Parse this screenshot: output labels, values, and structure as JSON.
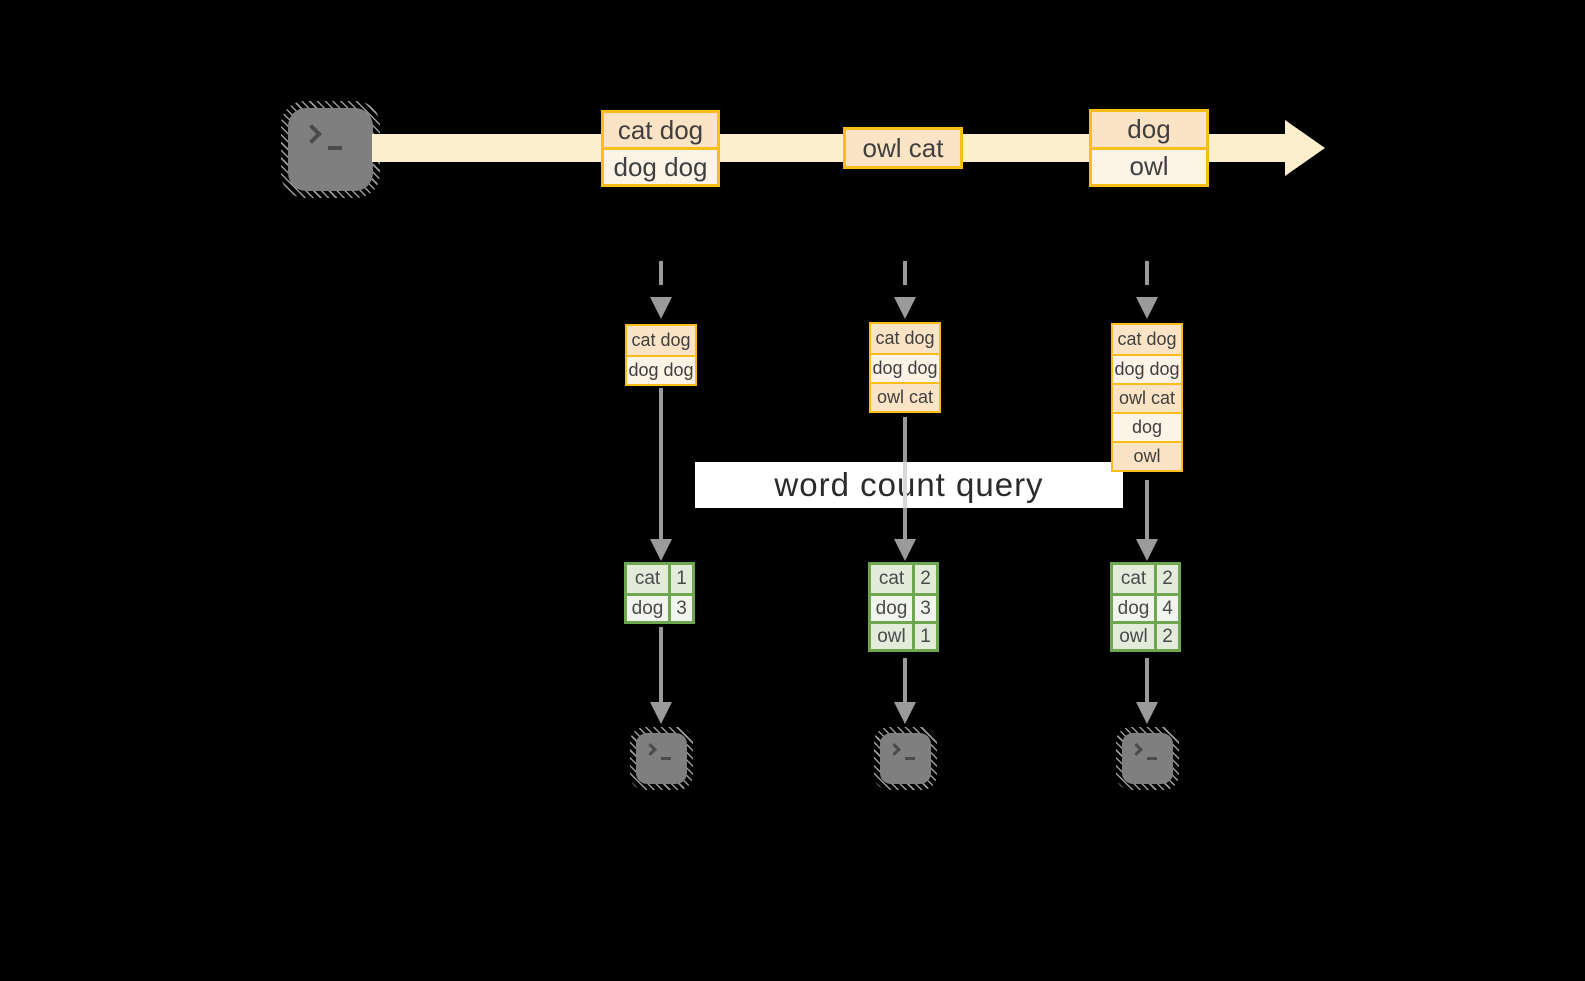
{
  "query_label": "word count query",
  "palette": {
    "gold_border": "#fbbd1a",
    "peach_dark": "#fbe3c5",
    "peach_light": "#fdf3e6",
    "stream_band": "#fcf0cc",
    "green_border": "#6fa650",
    "green_row_dark": "#e3ebdb",
    "green_row_light": "#f1f5ed",
    "arrow_gray": "#9a9a9a",
    "terminal_gray": "#7f7f7f"
  },
  "stream_events": [
    {
      "lines": [
        "cat dog",
        "dog dog"
      ]
    },
    {
      "lines": [
        "owl cat"
      ]
    },
    {
      "lines": [
        "dog",
        "owl"
      ]
    }
  ],
  "columns": [
    {
      "batch": [
        "cat dog",
        "dog dog"
      ],
      "counts": [
        {
          "word": "cat",
          "count": "1"
        },
        {
          "word": "dog",
          "count": "3"
        }
      ]
    },
    {
      "batch": [
        "cat dog",
        "dog dog",
        "owl cat"
      ],
      "counts": [
        {
          "word": "cat",
          "count": "2"
        },
        {
          "word": "dog",
          "count": "3"
        },
        {
          "word": "owl",
          "count": "1"
        }
      ]
    },
    {
      "batch": [
        "cat dog",
        "dog dog",
        "owl cat",
        "dog",
        "owl"
      ],
      "counts": [
        {
          "word": "cat",
          "count": "2"
        },
        {
          "word": "dog",
          "count": "4"
        },
        {
          "word": "owl",
          "count": "2"
        }
      ]
    }
  ]
}
